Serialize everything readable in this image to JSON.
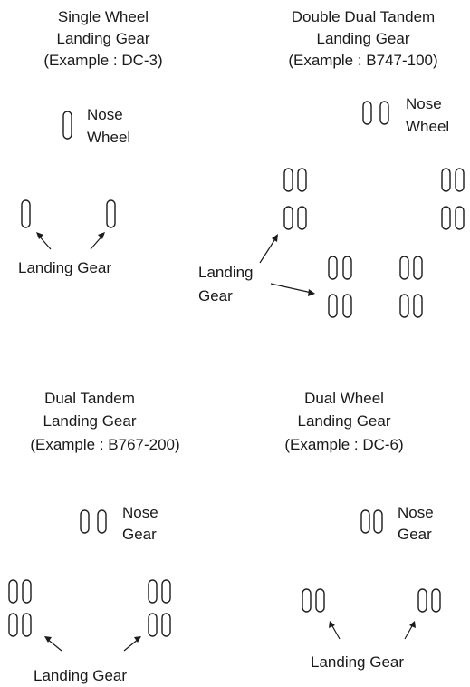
{
  "panels": {
    "single_wheel": {
      "title": [
        "Single Wheel",
        "Landing Gear",
        "(Example : DC-3)"
      ],
      "nose_label": [
        "Nose",
        "Wheel"
      ],
      "gear_label": [
        "Landing Gear"
      ]
    },
    "double_dual_tandem": {
      "title": [
        "Double Dual Tandem",
        "Landing Gear",
        "(Example : B747-100)"
      ],
      "nose_label": [
        "Nose",
        "Wheel"
      ],
      "gear_label": [
        "Landing",
        "Gear"
      ]
    },
    "dual_tandem": {
      "title": [
        "Dual Tandem",
        "Landing Gear",
        "(Example : B767-200)"
      ],
      "nose_label": [
        "Nose",
        "Gear"
      ],
      "gear_label": [
        "Landing Gear"
      ]
    },
    "dual_wheel": {
      "title": [
        "Dual Wheel",
        "Landing Gear",
        "(Example : DC-6)"
      ],
      "nose_label": [
        "Nose",
        "Gear"
      ],
      "gear_label": [
        "Landing Gear"
      ]
    }
  }
}
